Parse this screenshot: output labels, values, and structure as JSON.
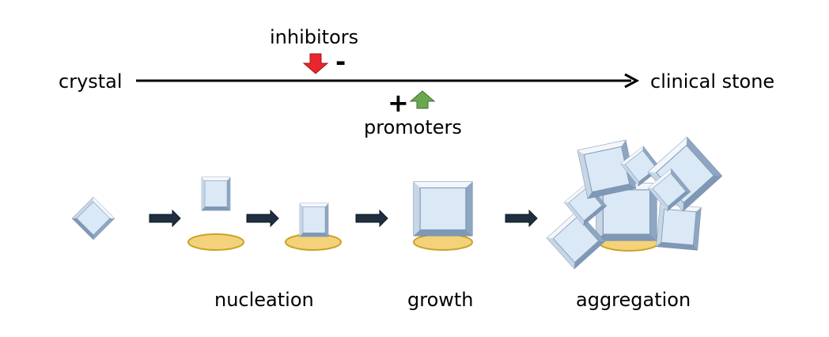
{
  "top": {
    "left_label": "crystal",
    "right_label": "clinical stone",
    "inhibitors_label": "inhibitors",
    "inhibitors_sign": "-",
    "promoters_label": "promoters",
    "promoters_sign": "+"
  },
  "stages": {
    "nucleation": "nucleation",
    "growth": "growth",
    "aggregation": "aggregation"
  },
  "colors": {
    "inhibitor_arrow": "#e8262b",
    "promoter_arrow": "#6aa84f",
    "crystal_face": "#dbe8f5",
    "crystal_edge": "#7d96b3",
    "nucleus": "#f4d27a",
    "nucleus_edge": "#c9a227",
    "step_arrow": "#1f2f3f"
  },
  "icons": {
    "inhibitor": "down-arrow-icon",
    "promoter": "up-arrow-icon",
    "step": "right-arrow-icon"
  }
}
